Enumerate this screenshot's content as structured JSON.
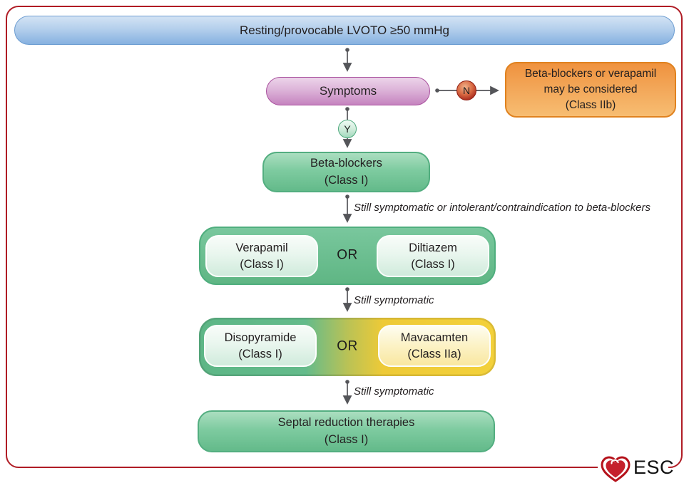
{
  "flow": {
    "start": "Resting/provocable LVOTO ≥50 mmHg",
    "symptoms": "Symptoms",
    "no_badge": "N",
    "yes_badge": "Y",
    "no_box": {
      "line1": "Beta-blockers or verapamil",
      "line2": "may be considered",
      "class": "(Class IIb)"
    },
    "beta_blockers": {
      "name": "Beta-blockers",
      "class": "(Class I)"
    },
    "edge_beta_to_row1": "Still symptomatic or intolerant/contraindication to beta-blockers",
    "row1": {
      "left": {
        "name": "Verapamil",
        "class": "(Class I)"
      },
      "or": "OR",
      "right": {
        "name": "Diltiazem",
        "class": "(Class I)"
      }
    },
    "edge_row1_to_row2": "Still symptomatic",
    "row2": {
      "left": {
        "name": "Disopyramide",
        "class": "(Class I)"
      },
      "or": "OR",
      "right": {
        "name": "Mavacamten",
        "class": "(Class IIa)"
      }
    },
    "edge_row2_to_septal": "Still symptomatic",
    "septal": {
      "name": "Septal reduction therapies",
      "class": "(Class I)"
    }
  },
  "logo": {
    "text": "ESC"
  },
  "colors": {
    "frame_red": "#b01c25",
    "arrow_gray": "#545559",
    "blue_node": "#86b1e0",
    "purple_node": "#c583bf",
    "orange_node": "#ef923f",
    "green_node": "#63ba8a",
    "yellow_node": "#f3d13b",
    "n_badge_red": "#b03322",
    "y_badge_green": "#cdebd9",
    "esc_red": "#c5202c"
  }
}
